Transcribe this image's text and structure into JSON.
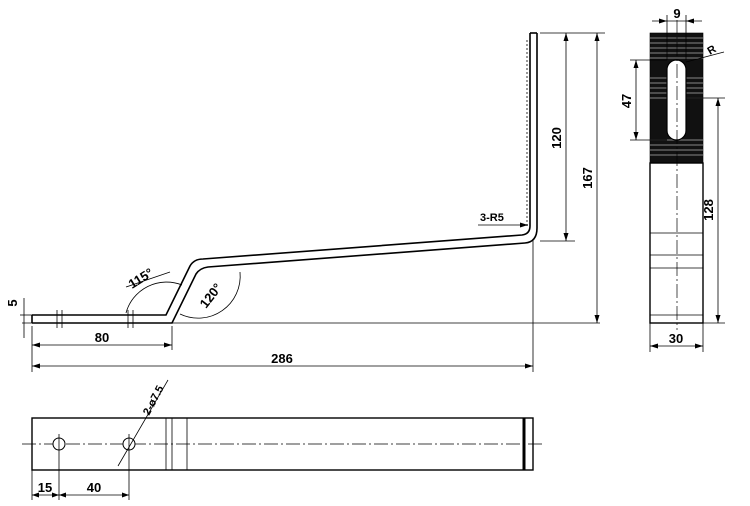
{
  "drawing": {
    "front_view": {
      "dim_thickness": "5",
      "dim_flat_length": "80",
      "dim_total_length": "286",
      "dim_upright_height": "120",
      "dim_total_height": "167",
      "angle_lower_bend": "115°",
      "angle_upper_bend": "120°",
      "bend_radius_note": "3-R5"
    },
    "side_view": {
      "dim_slot_width": "9",
      "dim_slot_length": "47",
      "dim_lower_height": "128",
      "dim_width": "30",
      "radius_label": "R"
    },
    "top_view": {
      "hole_note": "2-ø7.5",
      "dim_edge_to_hole": "15",
      "dim_hole_spacing": "40"
    }
  }
}
